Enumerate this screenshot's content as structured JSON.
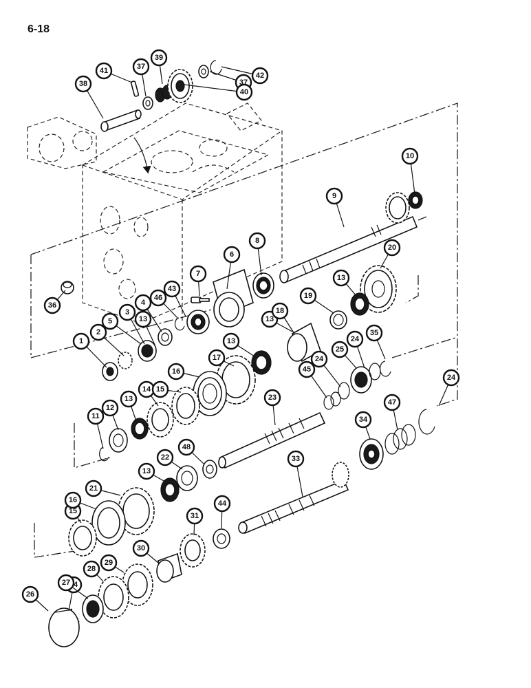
{
  "page": {
    "number": "6-18"
  },
  "callouts": [
    "1",
    "2",
    "3",
    "4",
    "5",
    "6",
    "7",
    "8",
    "9",
    "10",
    "11",
    "12",
    "13",
    "14",
    "15",
    "16",
    "17",
    "18",
    "19",
    "20",
    "21",
    "22",
    "23",
    "24",
    "25",
    "26",
    "27",
    "28",
    "29",
    "30",
    "31",
    "33",
    "34",
    "35",
    "36",
    "37",
    "38",
    "39",
    "40",
    "41",
    "42",
    "43",
    "44",
    "45",
    "46",
    "47",
    "48"
  ]
}
